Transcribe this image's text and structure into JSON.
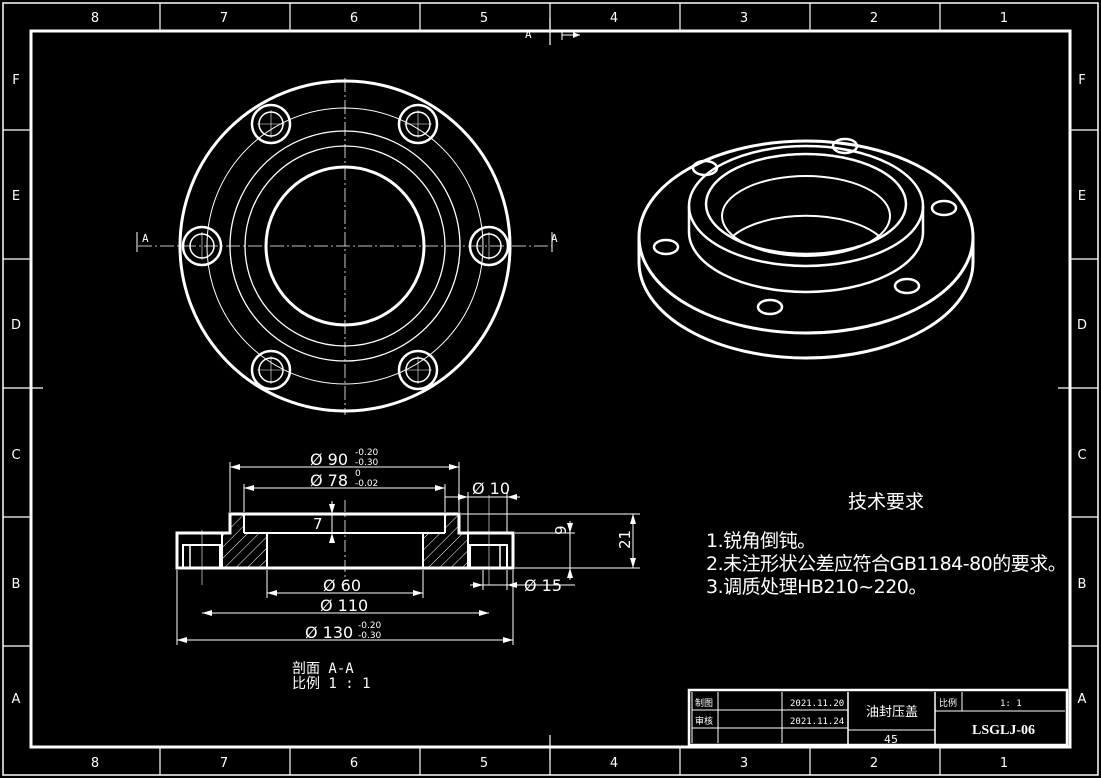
{
  "border": {
    "columns": [
      "8",
      "7",
      "6",
      "5",
      "4",
      "3",
      "2",
      "1"
    ],
    "rows": [
      "F",
      "E",
      "D",
      "C",
      "B",
      "A"
    ]
  },
  "views": {
    "section_marker": "A",
    "section_caption": "剖面 A-A",
    "scale_caption": "比例 1 : 1"
  },
  "dimensions": {
    "d90": {
      "label": "Ø 90",
      "upper": "-0.20",
      "lower": "-0.30"
    },
    "d78": {
      "label": "Ø 78",
      "upper": "0",
      "lower": "-0.02"
    },
    "d10": "Ø 10",
    "h7": "7",
    "h9": "9",
    "h21": "21",
    "d60": "Ø 60",
    "d110": "Ø 110",
    "d15": "Ø 15",
    "d130": {
      "label": "Ø 130",
      "upper": "-0.20",
      "lower": "-0.30"
    }
  },
  "technical_requirements": {
    "title": "技术要求",
    "items": [
      "1.锐角倒钝。",
      "2.未注形状公差应符合GB1184-80的要求。",
      "3.调质处理HB210~220。"
    ]
  },
  "title_block": {
    "drawn_label": "制图",
    "drawn_date": "2021.11.20",
    "checked_label": "审核",
    "checked_date": "2021.11.24",
    "part_name": "油封压盖",
    "material": "45",
    "scale_label": "比例",
    "scale_value": "1: 1",
    "drawing_number": "LSGLJ-06"
  }
}
